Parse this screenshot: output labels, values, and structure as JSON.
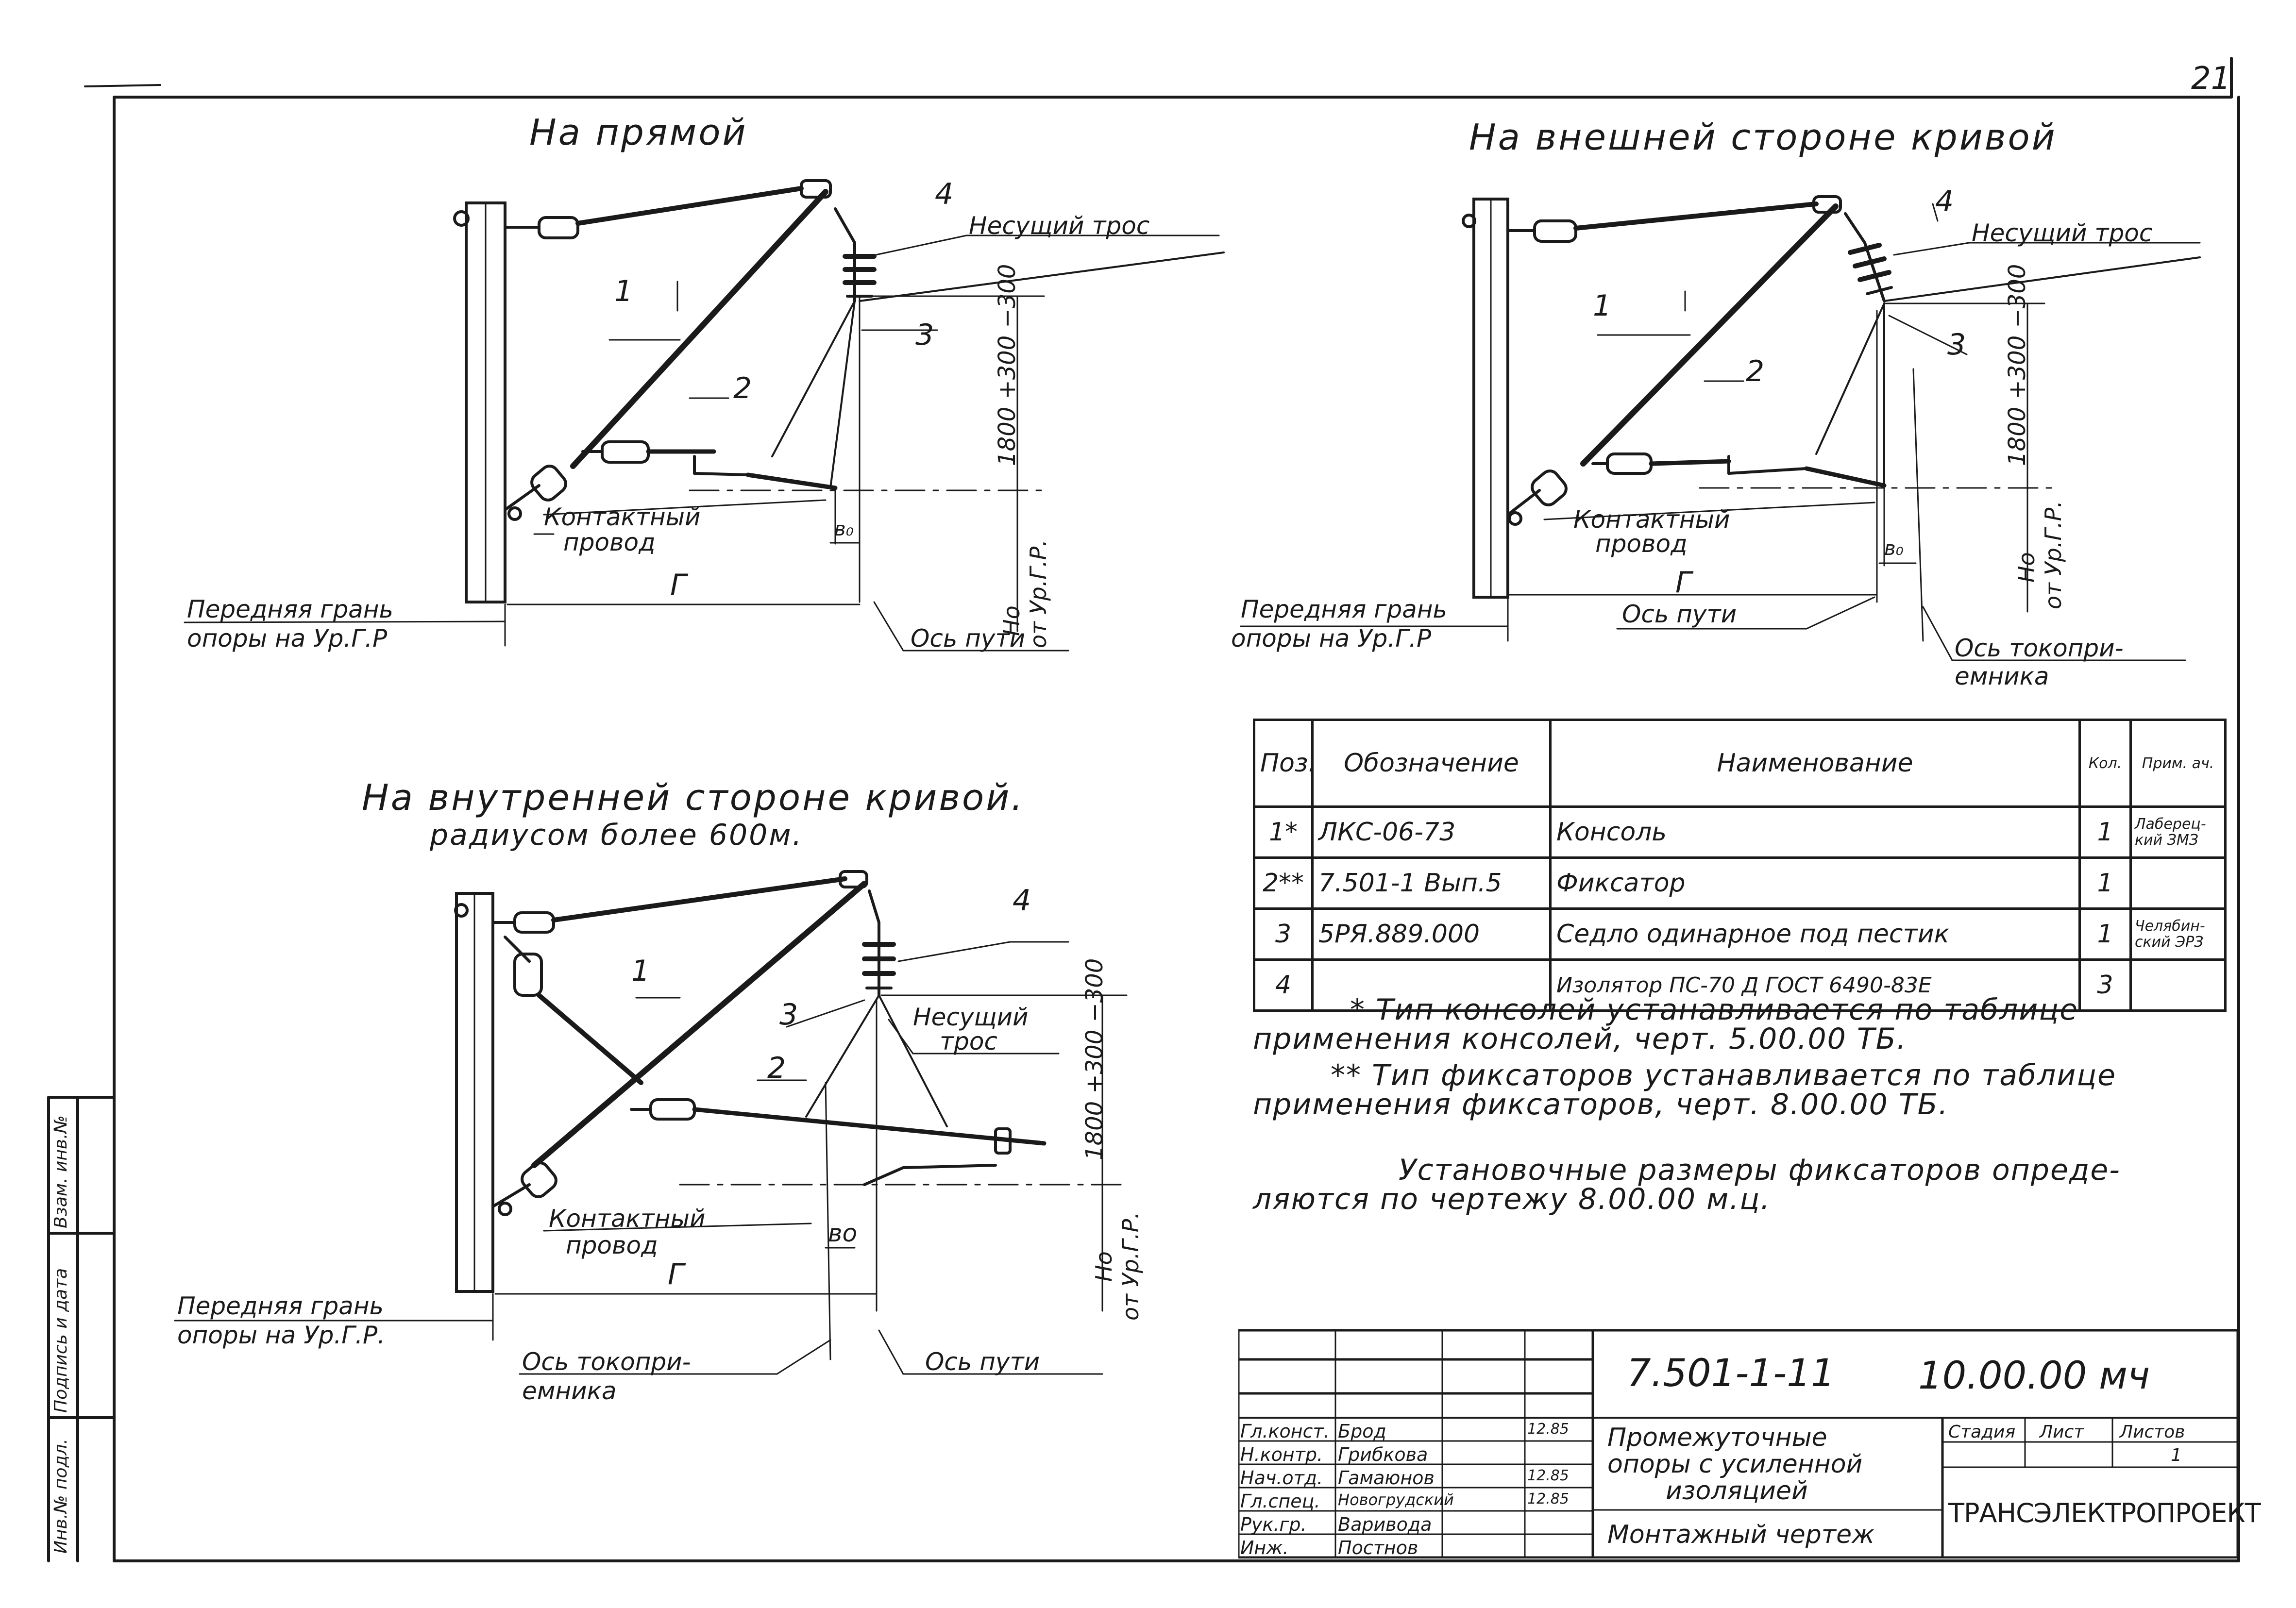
{
  "page_number": "21",
  "views": {
    "straight": {
      "title": "На прямой",
      "labels": {
        "pos1": "1",
        "pos2": "2",
        "pos3": "3",
        "pos4": "4",
        "carrier": "Несущий трос",
        "contact_1": "Контактный",
        "contact_2": "провод",
        "height_dim": "1800 +300 −300",
        "b0": "в₀",
        "g": "Г",
        "ho_1": "Hо",
        "ho_2": "от Ур.Г.Р.",
        "face_1": "Передняя грань",
        "face_2": "опоры на Ур.Г.Р",
        "track_axis": "Ось пути"
      }
    },
    "outer": {
      "title": "На внешней стороне кривой",
      "labels": {
        "pos1": "1",
        "pos2": "2",
        "pos3": "3",
        "pos4": "4",
        "carrier": "Несущий трос",
        "contact_1": "Контактный",
        "contact_2": "провод",
        "height_dim": "1800 +300 −300",
        "b0": "в₀",
        "g": "Г",
        "ho_1": "Hо",
        "ho_2": "от Ур.Г.Р.",
        "face_1": "Передняя грань",
        "face_2": "опоры на Ур.Г.Р",
        "track_axis": "Ось пути",
        "collector_1": "Ось токопри-",
        "collector_2": "емника"
      }
    },
    "inner": {
      "title": "На внутренней стороне кривой.",
      "subtitle": "радиусом более 600м.",
      "labels": {
        "pos1": "1",
        "pos2": "2",
        "pos3": "3",
        "pos4": "4",
        "carrier_1": "Несущий",
        "carrier_2": "трос",
        "contact_1": "Контактный",
        "contact_2": "провод",
        "height_dim": "1800 +300 −300",
        "b0": "во",
        "g": "Г",
        "ho_1": "Hо",
        "ho_2": "от Ур.Г.Р.",
        "face_1": "Передняя грань",
        "face_2": "опоры на Ур.Г.Р.",
        "collector_1": "Ось токопри-",
        "collector_2": "емника",
        "track_axis": "Ось пути"
      }
    }
  },
  "spec_table": {
    "headers": [
      "Поз.",
      "Обозначение",
      "Наименование",
      "Кол.",
      "Прим. ач."
    ],
    "rows": [
      {
        "pos": "1*",
        "code": "ЛКС-06-73",
        "name": "Консоль",
        "qty": "1",
        "note": "Лаберец-кий ЗМЗ"
      },
      {
        "pos": "2**",
        "code": "7.501-1 Вып.5",
        "name": "Фиксатор",
        "qty": "1",
        "note": ""
      },
      {
        "pos": "3",
        "code": "5РЯ.889.000",
        "name": "Седло одинарное под пестик",
        "qty": "1",
        "note": "Челябин-ский ЭРЗ"
      },
      {
        "pos": "4",
        "code": "",
        "name": "Изолятор ПС-70 Д ГОСТ 6490-83Е",
        "qty": "3",
        "note": ""
      }
    ]
  },
  "notes": [
    {
      "line1": "* Тип консолей устанавливается по таблице",
      "line2": "применения консолей, черт. 5.00.00 ТБ."
    },
    {
      "line1": "** Тип фиксаторов устанавливается по таблице",
      "line2": "применения фиксаторов, черт. 8.00.00 ТБ."
    },
    {
      "line1": "Установочные размеры фиксаторов опреде-",
      "line2": "ляются по чертежу 8.00.00 м.ц."
    }
  ],
  "title_block": {
    "doc_code": "7.501-1-11",
    "sheet_code": "10.00.00 мч",
    "description_1": "Промежуточные",
    "description_2": "опоры с усиленной",
    "description_3": "изоляцией",
    "drawing_type": "Монтажный чертеж",
    "stage_label": "Стадия",
    "sheet_label": "Лист",
    "sheets_label": "Листов",
    "sheets_value": "1",
    "organization": "ТРАНСЭЛЕКТРОПРОЕКТ",
    "signatures": [
      {
        "role": "Гл.конст.",
        "name": "Брод",
        "date": "12.85"
      },
      {
        "role": "Н.контр.",
        "name": "Грибкова",
        "date": ""
      },
      {
        "role": "Нач.отд.",
        "name": "Гамаюнов",
        "date": "12.85"
      },
      {
        "role": "Гл.спец.",
        "name": "Новогрудский",
        "date": "12.85"
      },
      {
        "role": "Рук.гр.",
        "name": "Варивода",
        "date": ""
      },
      {
        "role": "Инж.",
        "name": "Постнов",
        "date": ""
      }
    ]
  },
  "side_stamp": [
    "Инв.№ подл.",
    "Подпись и дата",
    "Взам. инв.№"
  ]
}
